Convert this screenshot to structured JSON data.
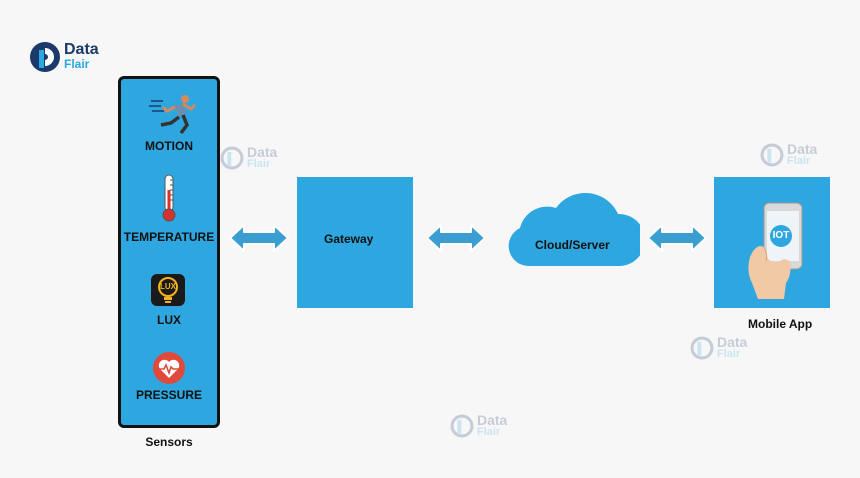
{
  "logo": {
    "word1": "Data",
    "word2": "Flair"
  },
  "watermark": {
    "word1": "Data",
    "word2": "Flair"
  },
  "sensors": {
    "items": [
      {
        "label": "MOTION",
        "icon": "running-person-icon"
      },
      {
        "label": "TEMPERATURE",
        "icon": "thermometer-icon"
      },
      {
        "label": "LUX",
        "icon": "light-bulb-icon",
        "badge": "LUX"
      },
      {
        "label": "PRESSURE",
        "icon": "heart-pressure-icon"
      }
    ],
    "caption": "Sensors"
  },
  "gateway": {
    "label": "Gateway"
  },
  "cloud": {
    "label": "Cloud/Server"
  },
  "mobile": {
    "screen_text": "IOT",
    "caption": "Mobile App"
  },
  "colors": {
    "panel": "#2ea7e0",
    "arrow": "#3a9fd0",
    "arrow_outline": "#ffffff",
    "border": "#111111",
    "background": "#f7f7f7"
  }
}
